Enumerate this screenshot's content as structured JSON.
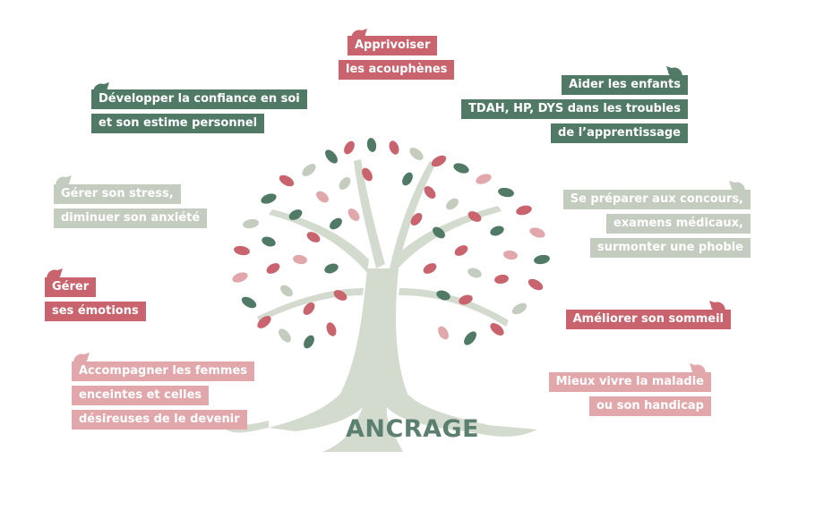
{
  "center_title": "ANCRAGE",
  "labels": [
    {
      "id": "acouphenes",
      "color": "red",
      "lines": [
        "Apprivoiser",
        "les acouphènes"
      ]
    },
    {
      "id": "confiance",
      "color": "green",
      "lines": [
        "Développer la confiance en soi",
        "et son estime personnel"
      ]
    },
    {
      "id": "enfants",
      "color": "green",
      "lines": [
        "Aider les enfants",
        "TDAH, HP, DYS dans les troubles",
        "de l’apprentissage"
      ]
    },
    {
      "id": "stress",
      "color": "sage",
      "lines": [
        "Gérer son stress,",
        "diminuer son anxiété"
      ]
    },
    {
      "id": "concours",
      "color": "sage",
      "lines": [
        "Se préparer aux concours,",
        "examens médicaux,",
        "surmonter une phobie"
      ]
    },
    {
      "id": "emotions",
      "color": "red",
      "lines": [
        "Gérer",
        "ses émotions"
      ]
    },
    {
      "id": "sommeil",
      "color": "red",
      "lines": [
        "Améliorer son sommeil"
      ]
    },
    {
      "id": "femmes",
      "color": "pink",
      "lines": [
        "Accompagner les femmes",
        "enceintes et celles",
        "désireuses de le devenir"
      ]
    },
    {
      "id": "maladie",
      "color": "pink",
      "lines": [
        "Mieux vivre la maladie",
        "ou son handicap"
      ]
    }
  ],
  "colors": {
    "red": "#c9636d",
    "green": "#507a66",
    "sage": "#c3ccbf",
    "pink": "#e1a7aa",
    "trunk": "#d3dbcf"
  }
}
